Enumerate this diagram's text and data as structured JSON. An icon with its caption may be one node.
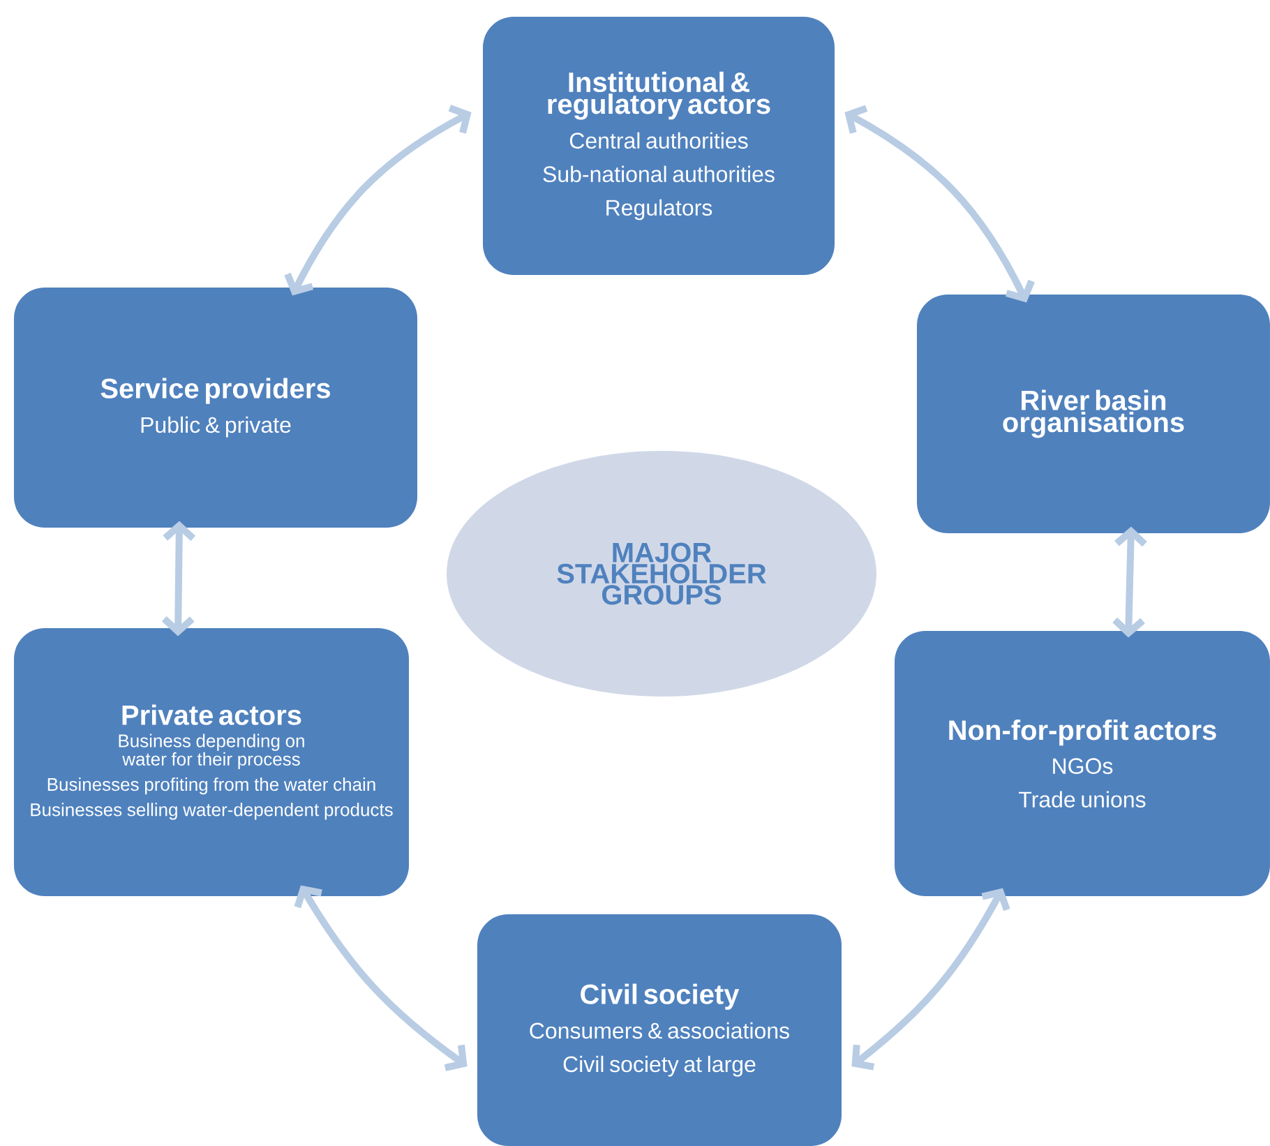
{
  "diagram": {
    "nodes": [
      {
        "text": [
          "Institutional & regulatory actors",
          "Central authorities",
          "Sub-national authorities",
          "Regulators"
        ]
      },
      {
        "text": [
          "Service providers",
          "Public & private"
        ]
      },
      {
        "text": [
          "River basin organisations"
        ]
      },
      {
        "text": [
          "MAJOR STAKEHOLDER GROUPS"
        ]
      },
      {
        "text": [
          "Private actors",
          "Business depending on water for their process",
          "Businesses profiting from the water chain",
          "Businesses selling water-dependent products"
        ]
      },
      {
        "text": [
          "Non-for-profit actors",
          "NGOs",
          "Trade unions"
        ]
      },
      {
        "text": [
          "Civil society",
          "Consumers & associations",
          "Civil society at large"
        ]
      }
    ],
    "edges": [
      {
        "from": 0,
        "to": 1,
        "arrow": "both"
      },
      {
        "from": 0,
        "to": 2,
        "arrow": "both"
      },
      {
        "from": 1,
        "to": 4,
        "arrow": "both"
      },
      {
        "from": 2,
        "to": 5,
        "arrow": "both"
      },
      {
        "from": 4,
        "to": 6,
        "arrow": "both"
      },
      {
        "from": 6,
        "to": 5,
        "arrow": "both"
      }
    ]
  }
}
